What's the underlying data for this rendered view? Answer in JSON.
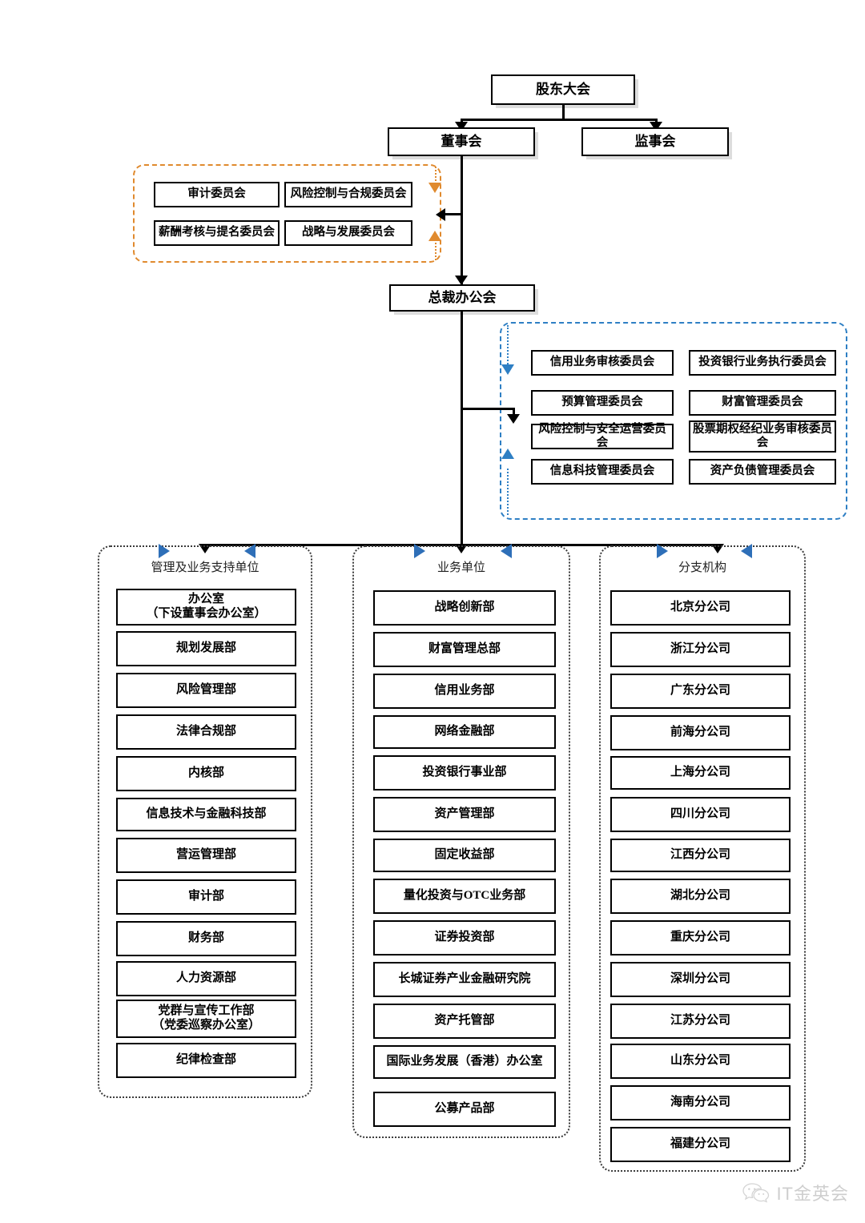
{
  "top": {
    "shareholders": "股东大会",
    "board": "董事会",
    "supervisors": "监事会",
    "president_office": "总裁办公会"
  },
  "board_committees": {
    "accent_color": "#E08A2E",
    "items": [
      "审计委员会",
      "风险控制与合规委员会",
      "薪酬考核与提名委员会",
      "战略与发展委员会"
    ]
  },
  "president_committees": {
    "accent_color": "#2E7FC4",
    "items": [
      "信用业务审核委员会",
      "投资银行业务执行委员会",
      "预算管理委员会",
      "财富管理委员会",
      "风险控制与安全运营委员会",
      "股票期权经纪业务审核委员会",
      "信息科技管理委员会",
      "资产负债管理委员会"
    ]
  },
  "columns": [
    {
      "title": "管理及业务支持单位",
      "items": [
        "办公室\n（下设董事会办公室）",
        "规划发展部",
        "风险管理部",
        "法律合规部",
        "内核部",
        "信息技术与金融科技部",
        "营运管理部",
        "审计部",
        "财务部",
        "人力资源部",
        "党群与宣传工作部\n（党委巡察办公室）",
        "纪律检查部"
      ]
    },
    {
      "title": "业务单位",
      "items": [
        "战略创新部",
        "财富管理总部",
        "信用业务部",
        "网络金融部",
        "投资银行事业部",
        "资产管理部",
        "固定收益部",
        "量化投资与OTC业务部",
        "证券投资部",
        "长城证券产业金融研究院",
        "资产托管部",
        "国际业务发展（香港）办公室",
        "公募产品部"
      ]
    },
    {
      "title": "分支机构",
      "items": [
        "北京分公司",
        "浙江分公司",
        "广东分公司",
        "前海分公司",
        "上海分公司",
        "四川分公司",
        "江西分公司",
        "湖北分公司",
        "重庆分公司",
        "深圳分公司",
        "江苏分公司",
        "山东分公司",
        "海南分公司",
        "福建分公司"
      ]
    }
  ],
  "watermark": {
    "text": "IT金英会",
    "icon": "wechat-icon"
  }
}
